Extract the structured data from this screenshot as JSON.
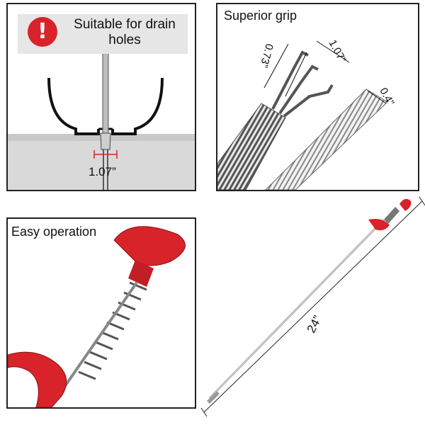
{
  "panels": {
    "drain": {
      "notice_text": "Suitable for drain holes",
      "warning_symbol": "!",
      "dimension": "1.07”"
    },
    "grip": {
      "title": "Superior grip",
      "dim_claw_width": "0.73”",
      "dim_claw_length": "1.07”",
      "dim_spring": "0.4”"
    },
    "operation": {
      "title": "Easy operation"
    },
    "length": {
      "dimension": "24”"
    }
  },
  "colors": {
    "accent_red": "#d9232a",
    "panel_border": "#222222",
    "notice_bg": "#e6e6e6",
    "sink_bg": "#d9d9d9"
  }
}
